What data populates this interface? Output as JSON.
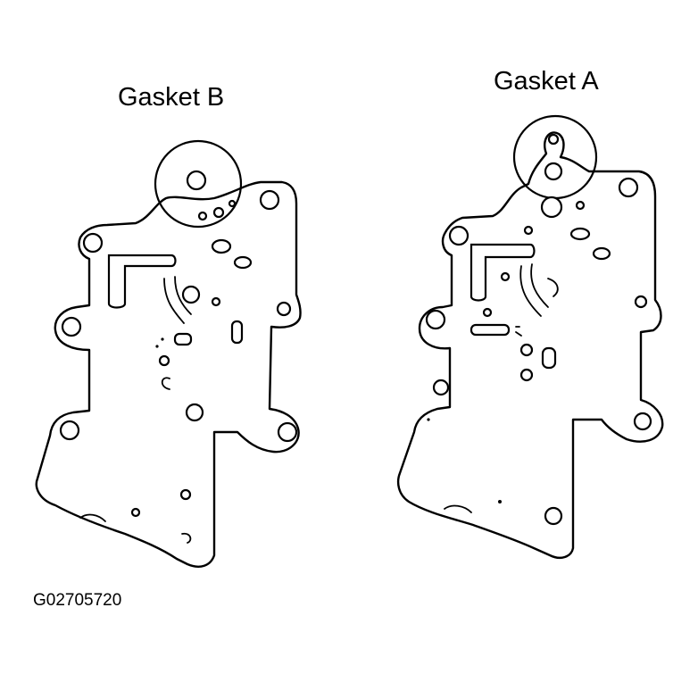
{
  "labels": {
    "gasket_b": "Gasket B",
    "gasket_a": "Gasket A",
    "figure_code": "G02705720"
  },
  "colors": {
    "ink": "#000000",
    "paper": "#ffffff"
  }
}
